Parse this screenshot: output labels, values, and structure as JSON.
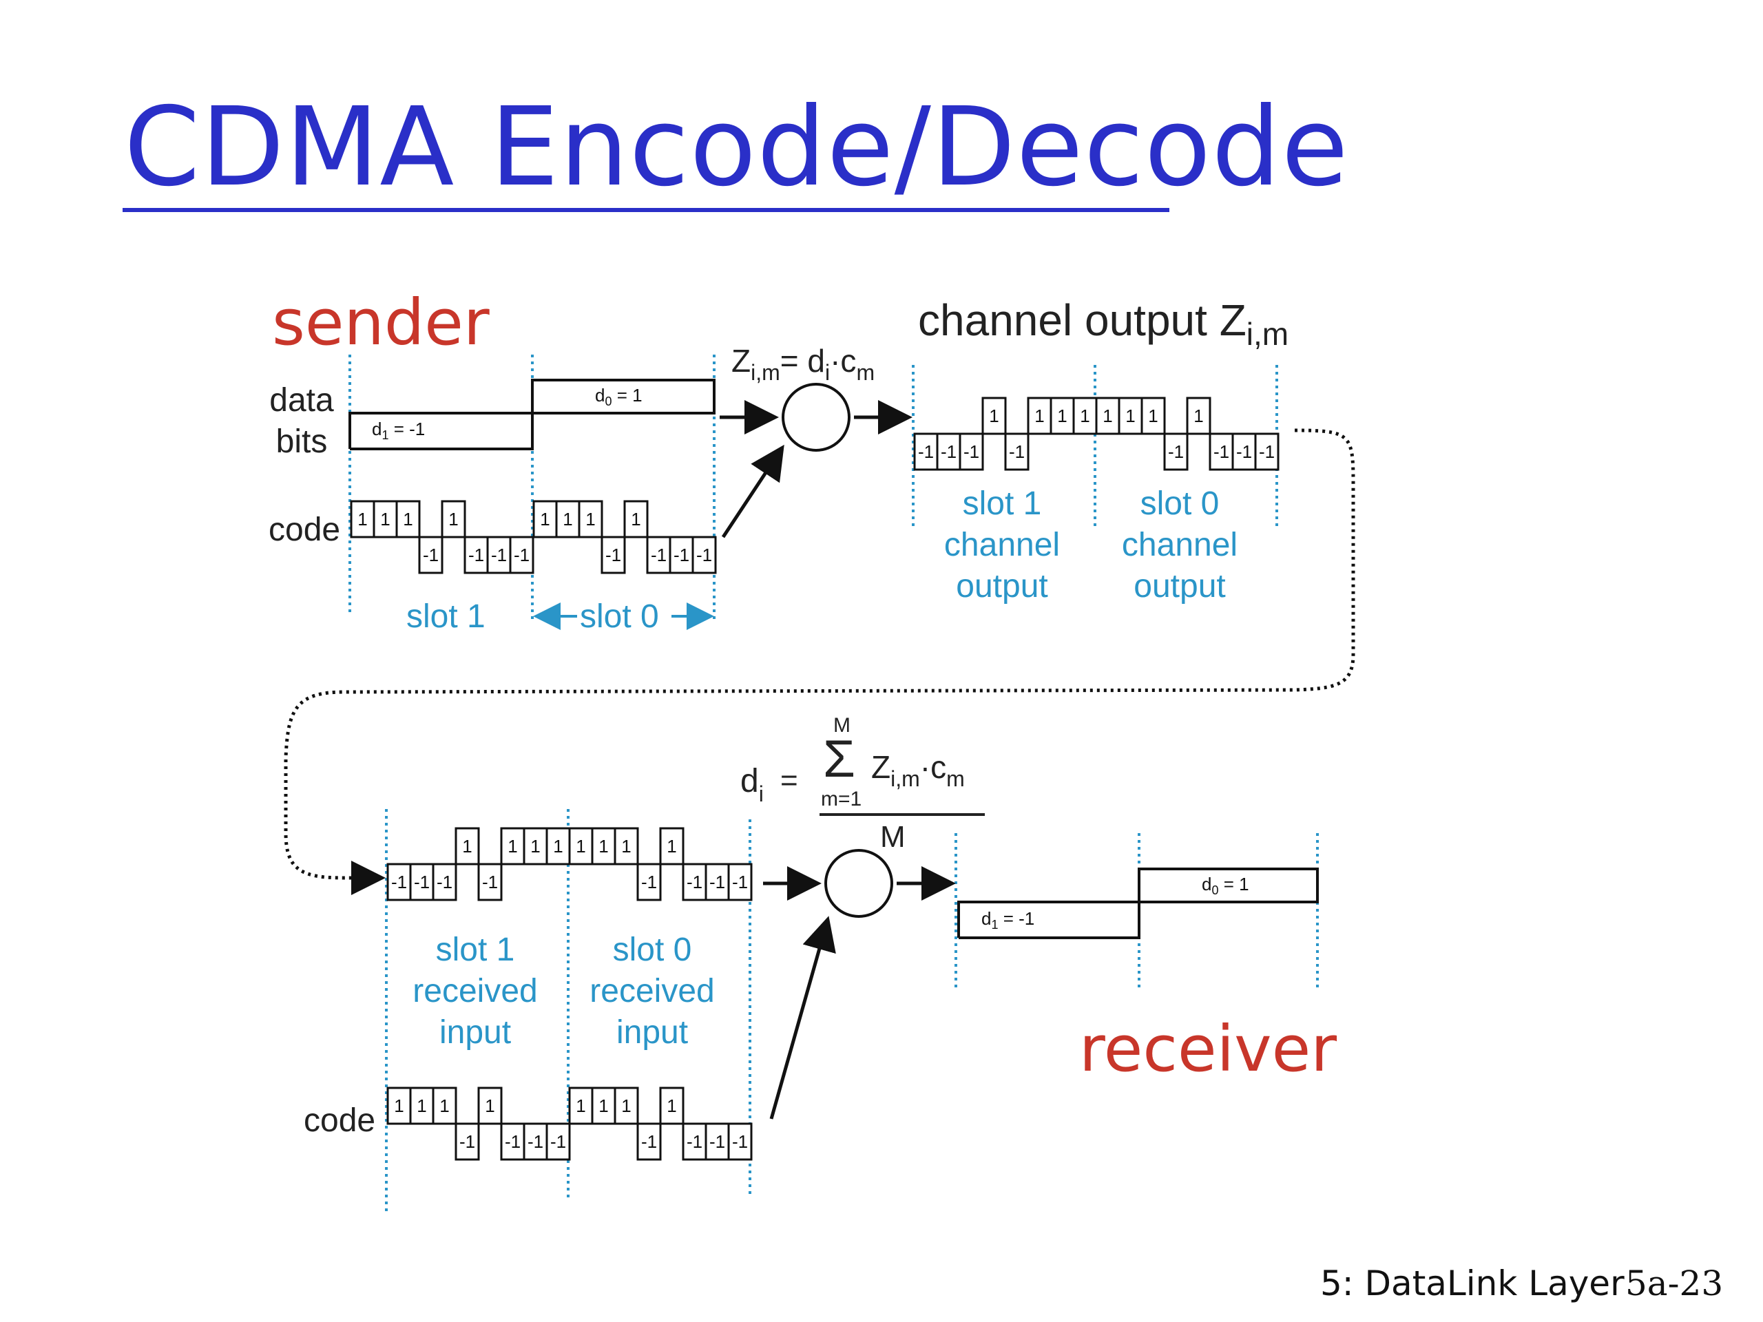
{
  "title": "CDMA Encode/Decode",
  "sender": {
    "heading": "sender",
    "data_bits_label_line1": "data",
    "data_bits_label_line2": "bits",
    "code_label": "code",
    "d1_label": "d",
    "d1_sub": "1",
    "d1_value": " = -1",
    "d0_label": "d",
    "d0_sub": "0",
    "d0_value": " = 1",
    "slot1_label": "slot 1",
    "slot0_label": "slot 0",
    "code_chips": [
      "1",
      "1",
      "1",
      "-1",
      "1",
      "-1",
      "-1",
      "-1"
    ]
  },
  "encode_formula": {
    "lhs": "Z",
    "lhs_sub": "i,m",
    "eq": "= d",
    "d_sub": "i",
    "dot_c": "·c",
    "c_sub": "m"
  },
  "channel": {
    "heading": "channel output Z",
    "heading_sub": "i,m",
    "slot1_output": [
      "-1",
      "-1",
      "-1",
      "1",
      "-1",
      "1",
      "1",
      "1"
    ],
    "slot0_output": [
      "1",
      "1",
      "1",
      "-1",
      "1",
      "-1",
      "-1",
      "-1"
    ],
    "slot1_caption": [
      "slot 1",
      "channel",
      "output"
    ],
    "slot0_caption": [
      "slot 0",
      "channel",
      "output"
    ]
  },
  "receiver": {
    "heading": "receiver",
    "code_label": "code",
    "slot1_caption": [
      "slot 1",
      "received",
      "input"
    ],
    "slot0_caption": [
      "slot 0",
      "received",
      "input"
    ],
    "d1_label": "d",
    "d1_sub": "1",
    "d1_value": " = -1",
    "d0_label": "d",
    "d0_sub": "0",
    "d0_value": " = 1"
  },
  "decode_formula": {
    "lhs": "d",
    "lhs_sub": "i",
    "eq": "=",
    "sum_top": "M",
    "sigma": "Σ",
    "sum_bottom": "m=1",
    "term": "Z",
    "term_sub": "i,m",
    "term_dot": "·c",
    "term_c_sub": "m",
    "denominator": "M"
  },
  "footer": {
    "chapter": "5: DataLink Layer",
    "page": "5a-23"
  },
  "colors": {
    "title": "#2a2fc8",
    "heading_red": "#c8362a",
    "caption_blue": "#2a95c8",
    "divider_blue": "#2a95c8",
    "ink": "#222222"
  }
}
